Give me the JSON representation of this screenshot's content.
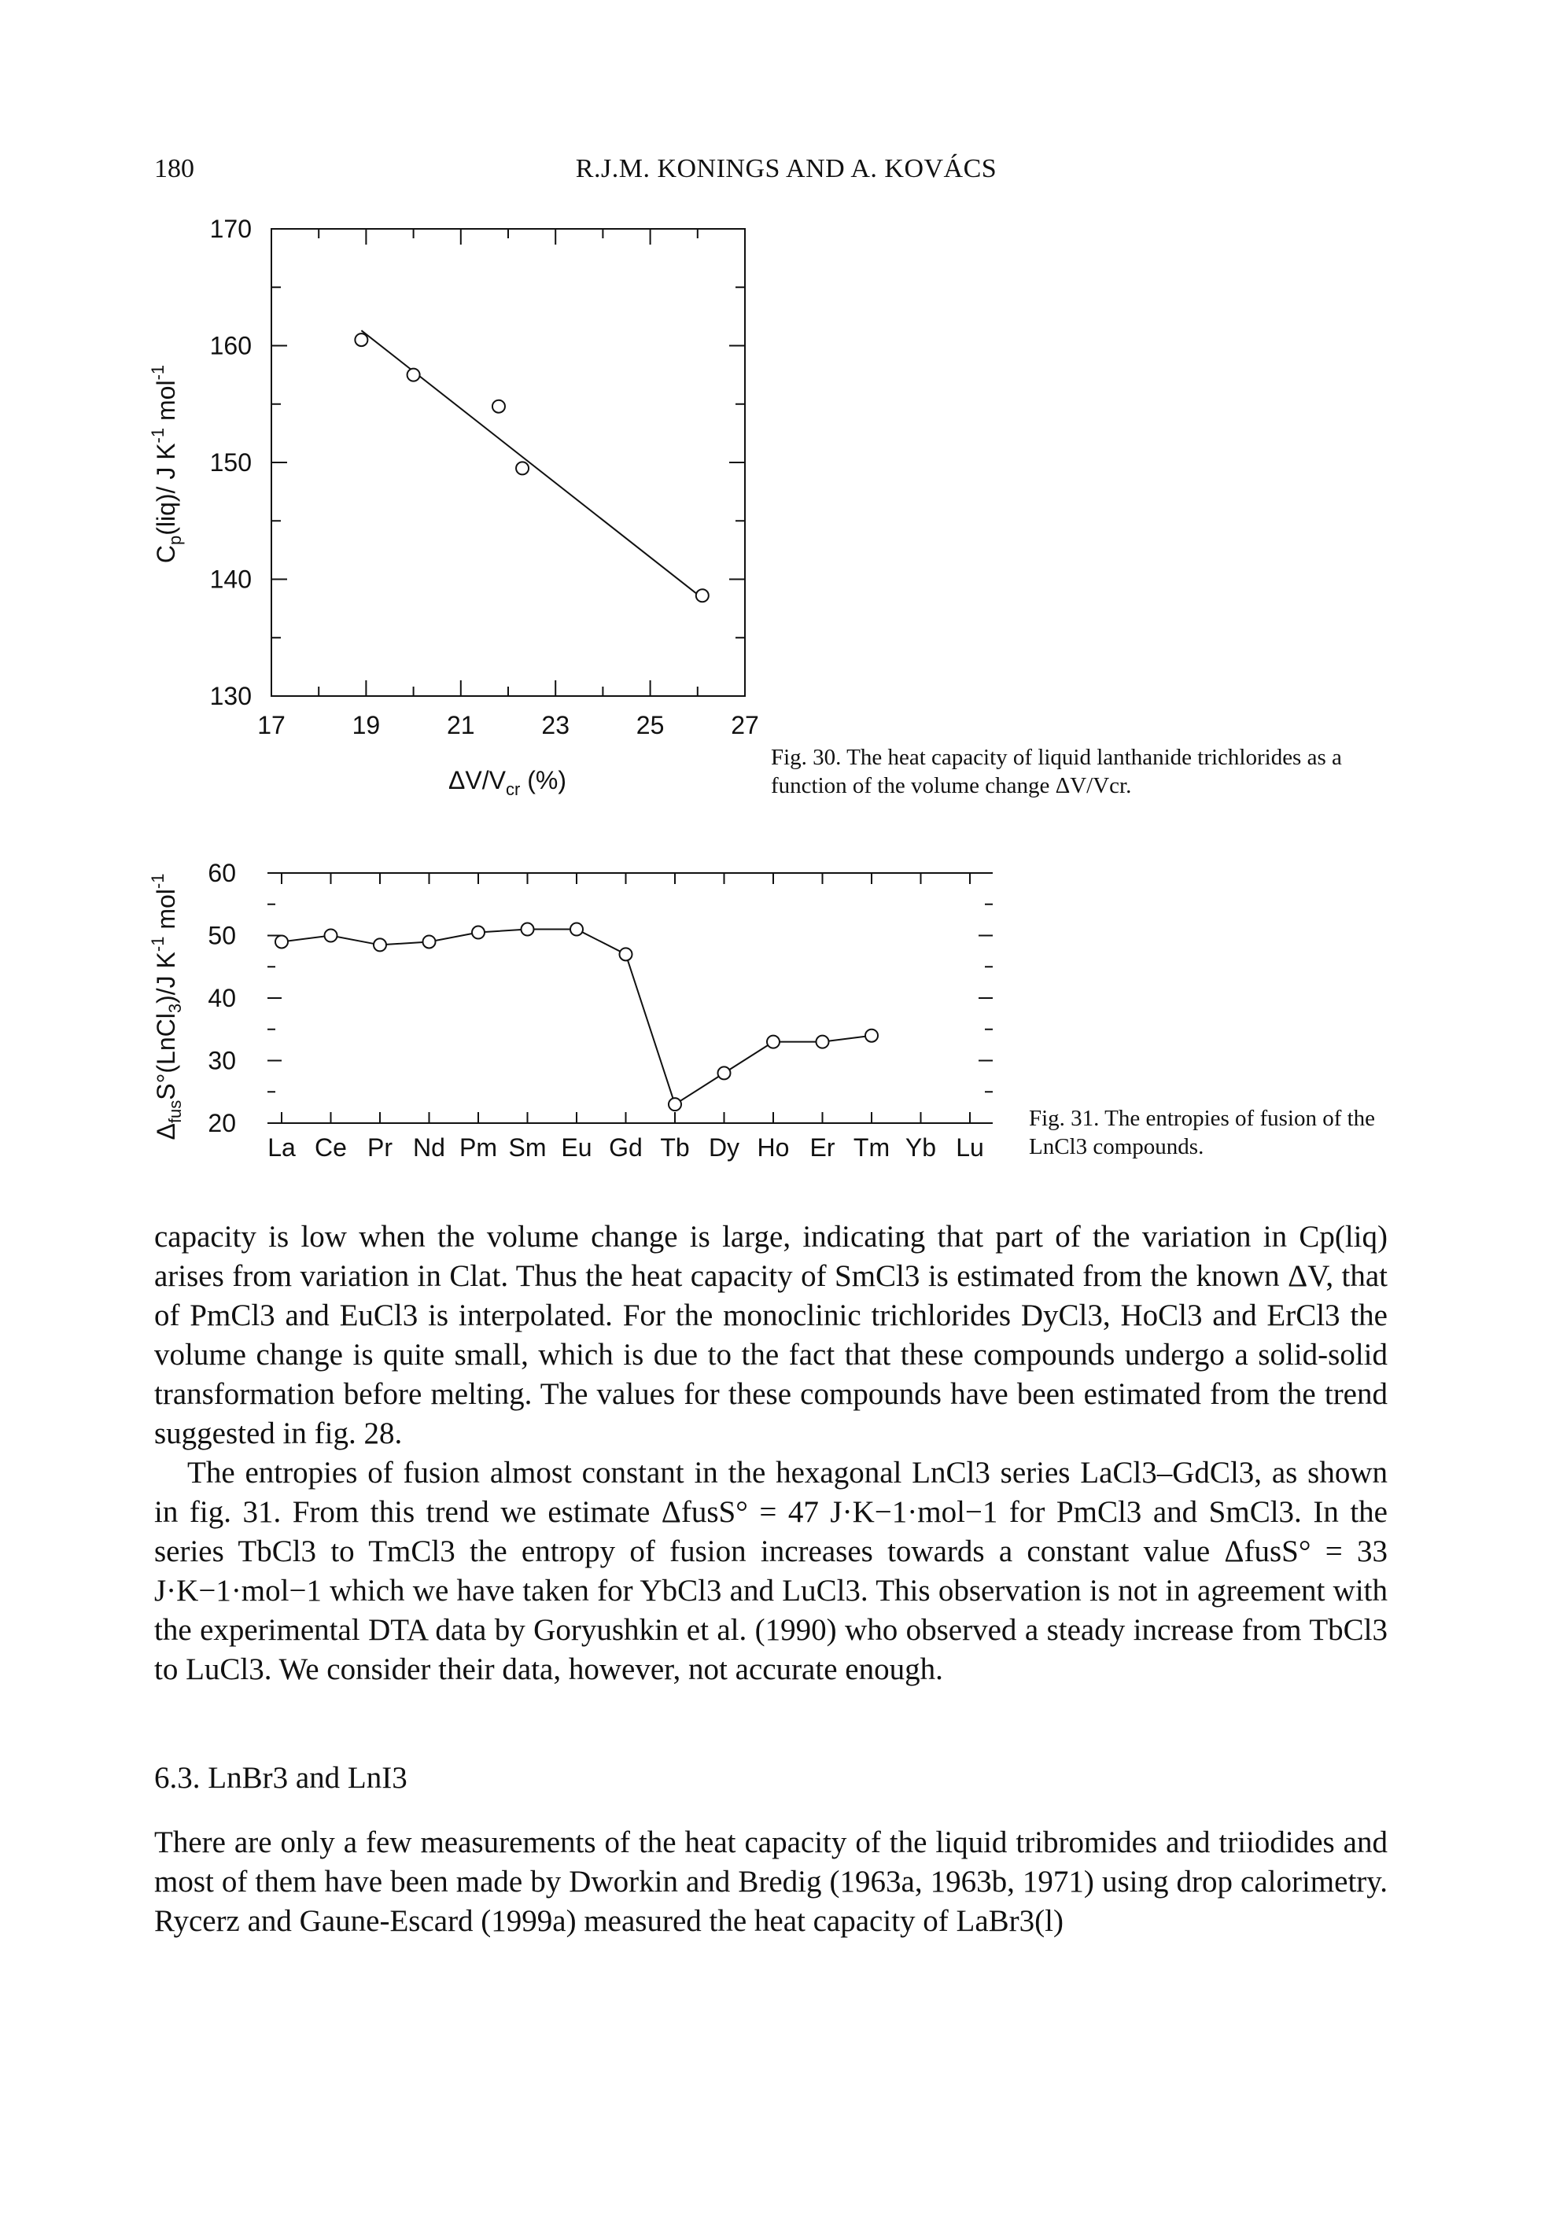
{
  "header": {
    "page_number": "180",
    "authors": "R.J.M. KONINGS AND A. KOVÁCS"
  },
  "fig30": {
    "caption_label": "Fig. 30.",
    "caption_text": "The heat capacity of liquid lanthanide trichlorides as a function of the volume change ΔV/Vcr."
  },
  "fig31": {
    "caption_label": "Fig. 31.",
    "caption_text": "The entropies of fusion of the LnCl3 compounds."
  },
  "chart_data": [
    {
      "type": "scatter",
      "title": "",
      "xlabel": "ΔV/Vcr (%)",
      "ylabel": "Cp(liq)/ J K-1 mol-1",
      "xlim": [
        17,
        27
      ],
      "ylim": [
        130,
        170
      ],
      "xticks": [
        "17",
        "19",
        "21",
        "23",
        "25",
        "27"
      ],
      "yticks": [
        "130",
        "140",
        "150",
        "160",
        "170"
      ],
      "series": [
        {
          "points": [
            [
              18.9,
              160.5
            ],
            [
              20.0,
              157.5
            ],
            [
              21.8,
              154.8
            ],
            [
              22.3,
              149.5
            ],
            [
              26.1,
              138.6
            ]
          ]
        }
      ],
      "fit_line": [
        [
          18.9,
          161.3
        ],
        [
          26.0,
          138.7
        ]
      ],
      "grid": false
    },
    {
      "type": "line",
      "title": "",
      "xlabel": "",
      "ylabel": "ΔfusS°(LnCl3)/J K-1 mol-1",
      "categories": [
        "La",
        "Ce",
        "Pr",
        "Nd",
        "Pm",
        "Sm",
        "Eu",
        "Gd",
        "Tb",
        "Dy",
        "Ho",
        "Er",
        "Tm",
        "Yb",
        "Lu"
      ],
      "ylim": [
        20,
        60
      ],
      "yticks": [
        "20",
        "30",
        "40",
        "50",
        "60"
      ],
      "series": [
        {
          "values": [
            49,
            50,
            48.5,
            49,
            50.5,
            51,
            51,
            47,
            23,
            28,
            33,
            33,
            34
          ]
        }
      ],
      "grid": false
    }
  ],
  "body": {
    "paragraph1": "capacity is low when the volume change is large, indicating that part of the variation in Cp(liq) arises from variation in Clat. Thus the heat capacity of SmCl3 is estimated from the known ΔV, that of PmCl3 and EuCl3 is interpolated. For the monoclinic trichlorides DyCl3, HoCl3 and ErCl3 the volume change is quite small, which is due to the fact that these compounds undergo a solid-solid transformation before melting. The values for these compounds have been estimated from the trend suggested in fig. 28.",
    "paragraph2": "The entropies of fusion almost constant in the hexagonal LnCl3 series LaCl3–GdCl3, as shown in fig. 31. From this trend we estimate ΔfusS° = 47 J·K−1·mol−1 for PmCl3 and SmCl3. In the series TbCl3 to TmCl3 the entropy of fusion increases towards a constant value ΔfusS° = 33 J·K−1·mol−1 which we have taken for YbCl3 and LuCl3. This observation is not in agreement with the experimental DTA data by Goryushkin et al. (1990) who observed a steady increase from TbCl3 to LuCl3. We consider their data, however, not accurate enough.",
    "section_heading": "6.3. LnBr3 and LnI3",
    "paragraph3": "There are only a few measurements of the heat capacity of the liquid tribromides and triiodides and most of them have been made by Dworkin and Bredig (1963a, 1963b, 1971) using drop calorimetry. Rycerz and Gaune-Escard (1999a) measured the heat capacity of LaBr3(l)"
  }
}
